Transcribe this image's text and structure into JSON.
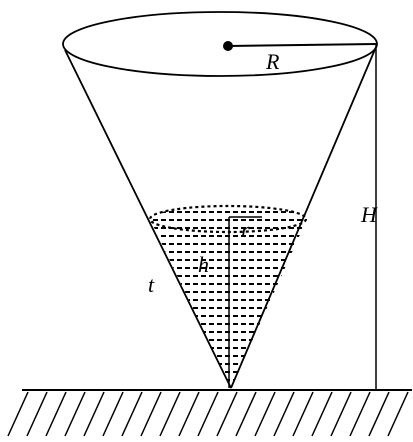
{
  "figure": {
    "labels": {
      "radius": "R",
      "height": "H",
      "water_radius": "r",
      "water_height": "h",
      "time": "t"
    },
    "colors": {
      "stroke": "#000000",
      "water_fill": "#000000",
      "background": "#ffffff"
    }
  }
}
